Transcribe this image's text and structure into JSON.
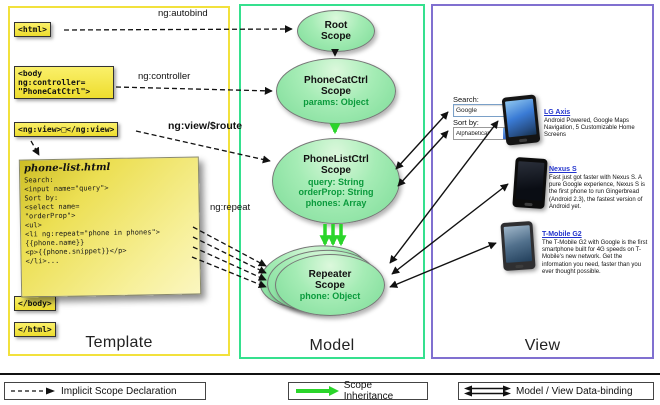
{
  "colors": {
    "template_border": "#f2e13c",
    "model_border": "#35e08e",
    "view_border": "#8070d0",
    "scope_prop_green": "#0a9a3c",
    "inheritance_green": "#2ad52a",
    "link_blue": "#2233cc"
  },
  "template_panel": {
    "label": "Template",
    "tag_html_open": "<html>",
    "tag_body_line1": "<body",
    "tag_body_line2": "ng:controller=",
    "tag_body_line3": "\"PhoneCatCtrl\">",
    "tag_ng_view": "<ng:view>□</ng:view>",
    "tag_body_close": "</body>",
    "tag_html_close": "</html>",
    "note_title": "phone-list.html",
    "note_lines": [
      "Search:",
      "<input name=\"query\">",
      "Sort by:",
      "<select name=",
      "\"orderProp\">",
      "<ul>",
      "<li ng:repeat=\"phone in phones\">",
      "{{phone.name}}",
      "<p>{{phone.snippet}}</p>",
      "</li>..."
    ]
  },
  "model_panel": {
    "label": "Model",
    "root_title": "Root Scope",
    "phonecat_title": "PhoneCatCtrl Scope",
    "phonecat_prop1": "params: Object",
    "phonelist_title": "PhoneListCtrl Scope",
    "phonelist_prop1": "query: String",
    "phonelist_prop2": "orderProp: String",
    "phonelist_prop3": "phones: Array",
    "repeater_title": "Repeater Scope",
    "repeater_prop1": "phone: Object"
  },
  "arrow_labels": {
    "autobind": "ng:autobind",
    "controller": "ng:controller",
    "view_route": "ng:view/$route",
    "repeat": "ng:repeat"
  },
  "view_panel": {
    "label": "View",
    "search_label": "Search:",
    "search_value": "Google",
    "sort_label": "Sort by:",
    "sort_value": "Alphabetical",
    "phones": [
      {
        "name": "LG Axis",
        "desc": "Android Powered, Google Maps Navigation, 5 Customizable Home Screens"
      },
      {
        "name": "Nexus S",
        "desc": "Fast just got faster with Nexus S. A pure Google experience, Nexus S is the first phone to run Gingerbread (Android 2.3), the fastest version of Android yet."
      },
      {
        "name": "T-Mobile G2",
        "desc": "The T-Mobile G2 with Google is the first smartphone built for 4G speeds on T-Mobile's new network. Get the information you need, faster than you ever thought possible."
      }
    ]
  },
  "legend": {
    "implicit": "Implicit Scope Declaration",
    "inheritance": "Scope Inheritance",
    "binding": "Model / View Data-binding"
  }
}
